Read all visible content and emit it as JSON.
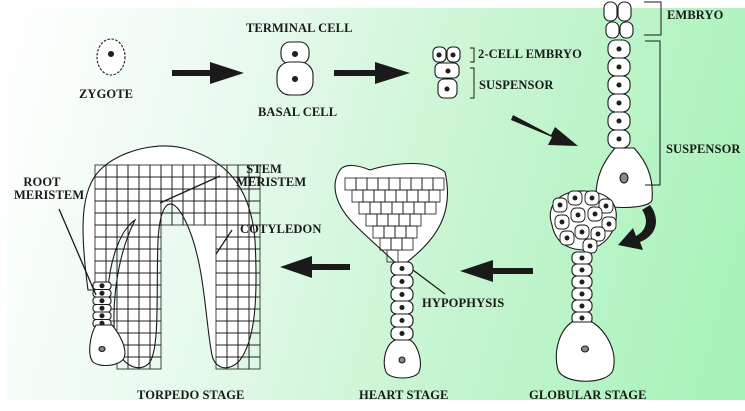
{
  "diagram": {
    "title": "Plant Embryo Development Stages",
    "background_colors": [
      "#ffffff",
      "#a6f2b8"
    ],
    "stages": [
      {
        "id": "zygote",
        "label": "ZYGOTE"
      },
      {
        "id": "two-cell",
        "labels": {
          "top": "TERMINAL CELL",
          "bottom": "BASAL CELL"
        }
      },
      {
        "id": "four-cell",
        "labels": {
          "embryo": "2-CELL EMBRYO",
          "suspensor": "SUSPENSOR"
        }
      },
      {
        "id": "proembryo",
        "labels": {
          "embryo": "EMBRYO",
          "suspensor": "SUSPENSOR"
        }
      },
      {
        "id": "globular",
        "label": "GLOBULAR STAGE"
      },
      {
        "id": "heart",
        "label": "HEART STAGE",
        "annotation": "HYPOPHYSIS"
      },
      {
        "id": "torpedo",
        "label": "TORPEDO STAGE",
        "annotations": {
          "root_meristem": [
            "ROOT",
            "MERISTEM"
          ],
          "stem_meristem": [
            "STEM",
            "MERISTEM"
          ],
          "cotyledon": "COTYLEDON"
        }
      }
    ],
    "arrows": [
      {
        "from": "zygote",
        "to": "two-cell",
        "direction": "right"
      },
      {
        "from": "two-cell",
        "to": "four-cell",
        "direction": "right"
      },
      {
        "from": "four-cell",
        "to": "proembryo",
        "direction": "down-right"
      },
      {
        "from": "proembryo",
        "to": "globular",
        "direction": "curved-down-left"
      },
      {
        "from": "globular",
        "to": "heart",
        "direction": "left"
      },
      {
        "from": "heart",
        "to": "torpedo",
        "direction": "left"
      }
    ]
  }
}
